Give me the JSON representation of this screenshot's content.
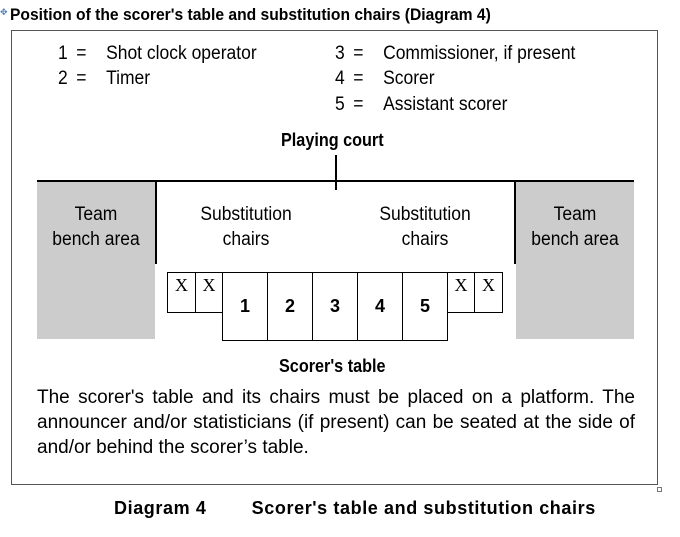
{
  "header": {
    "title": "Position of the scorer's table and substitution chairs (Diagram 4)"
  },
  "legend": {
    "left": [
      {
        "number": "1",
        "eq": "=",
        "role": "Shot clock operator"
      },
      {
        "number": "2",
        "eq": "=",
        "role": "Timer"
      }
    ],
    "right": [
      {
        "number": "3",
        "eq": "=",
        "role": "Commissioner, if present"
      },
      {
        "number": "4",
        "eq": "=",
        "role": "Scorer"
      },
      {
        "number": "5",
        "eq": "=",
        "role": "Assistant scorer"
      }
    ]
  },
  "diagram": {
    "court_label": "Playing court",
    "bench_left": {
      "line1": "Team",
      "line2": "bench area"
    },
    "bench_right": {
      "line1": "Team",
      "line2": "bench area"
    },
    "subs_left": {
      "line1": "Substitution",
      "line2": "chairs"
    },
    "subs_right": {
      "line1": "Substitution",
      "line2": "chairs"
    },
    "chair_marks": {
      "c1": "X",
      "c2": "X",
      "c3": "X",
      "c4": "X"
    },
    "seats": {
      "s1": "1",
      "s2": "2",
      "s3": "3",
      "s4": "4",
      "s5": "5"
    },
    "table_label": "Scorer's table"
  },
  "note": "The scorer's table and its chairs must be placed on a platform. The announcer and/or statisticians (if present) can be seated at the side of and/or behind the scorer’s table.",
  "caption": {
    "label": "Diagram 4",
    "title": "Scorer's table and substitution chairs"
  }
}
